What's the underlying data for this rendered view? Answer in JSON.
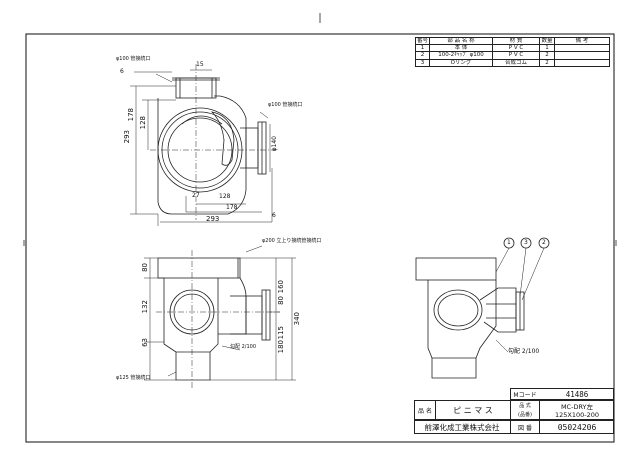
{
  "parts_table": {
    "headers": [
      "番号",
      "部 品 名 称",
      "材 質",
      "数量",
      "備 考"
    ],
    "rows": [
      [
        "1",
        "本 体",
        "P V C",
        "1",
        ""
      ],
      [
        "2",
        "100-2ｷｬｯﾌﾟ φ100",
        "P V C",
        "2",
        ""
      ],
      [
        "3",
        "Oリング",
        "合成ゴム",
        "2",
        ""
      ]
    ]
  },
  "top_view": {
    "label_left_inlet": "φ100 管接続口",
    "label_right_inlet": "φ100 管接続口",
    "dims": {
      "top_15": "15",
      "left_6": "6",
      "h_293": "293",
      "h_178": "178",
      "h_128": "128",
      "w_27": "27",
      "w_128": "128",
      "w_178": "178",
      "w_293": "293",
      "w_6": "6",
      "d_140": "φ140"
    }
  },
  "front_view": {
    "label_top_inlet": "φ200 立上り接続管接続口",
    "label_bottom_outlet": "φ125 管接続口",
    "slope": "勾配 2/100",
    "dims": {
      "l_80": "80",
      "l_132": "132",
      "l_63": "63",
      "r_160": "160",
      "r_80": "80",
      "r_115": "115",
      "r_180": "180",
      "r_340": "340"
    }
  },
  "iso_view": {
    "balloons": [
      "1",
      "3",
      "2"
    ],
    "slope": "勾配 2/100"
  },
  "title_block": {
    "mcode_label": "Mコード",
    "mcode_value": "41486",
    "name_label": "品 名",
    "name_value": "ピ ニ マ ス",
    "model_label_1": "品 式",
    "model_label_2": "(品番)",
    "model_value_1": "MC-DRY左",
    "model_value_2": "125X100-200",
    "company": "前澤化成工業株式会社",
    "drawing_no_label": "図 番",
    "drawing_no_value": "05024206"
  }
}
